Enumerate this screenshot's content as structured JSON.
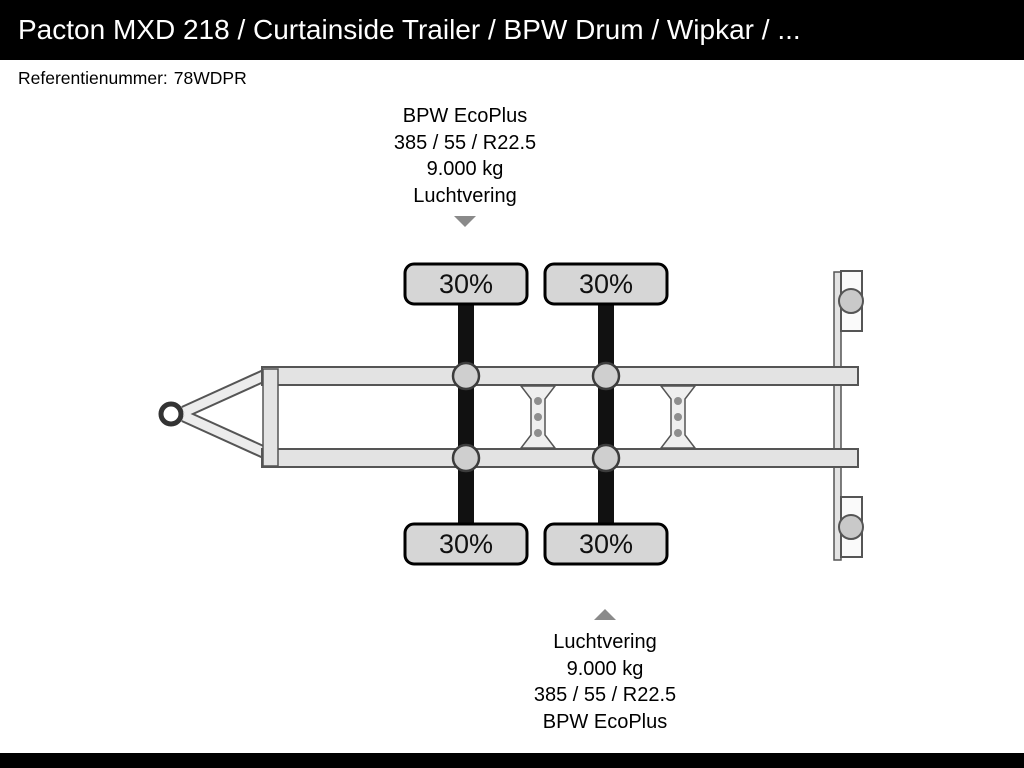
{
  "header": {
    "title": "Pacton MXD 218 / Curtainside Trailer / BPW Drum / Wipkar / ..."
  },
  "reference": {
    "label": "Referentienummer:",
    "value": "78WDPR"
  },
  "diagram": {
    "top_note": {
      "lines": [
        "BPW EcoPlus",
        "385 / 55 / R22.5",
        "9.000 kg",
        "Luchtvering"
      ]
    },
    "bottom_note": {
      "lines": [
        "Luchtvering",
        "9.000 kg",
        "385 / 55 / R22.5",
        "BPW EcoPlus"
      ]
    },
    "tyre_loads": {
      "axle1_top": "30%",
      "axle2_top": "30%",
      "axle1_bottom": "30%",
      "axle2_bottom": "30%"
    },
    "colors": {
      "arrow_gray": "#8a8a8a",
      "tyre_fill": "#d6d6d6",
      "axle_black": "#111111",
      "titlebar_bg": "#000000"
    }
  }
}
